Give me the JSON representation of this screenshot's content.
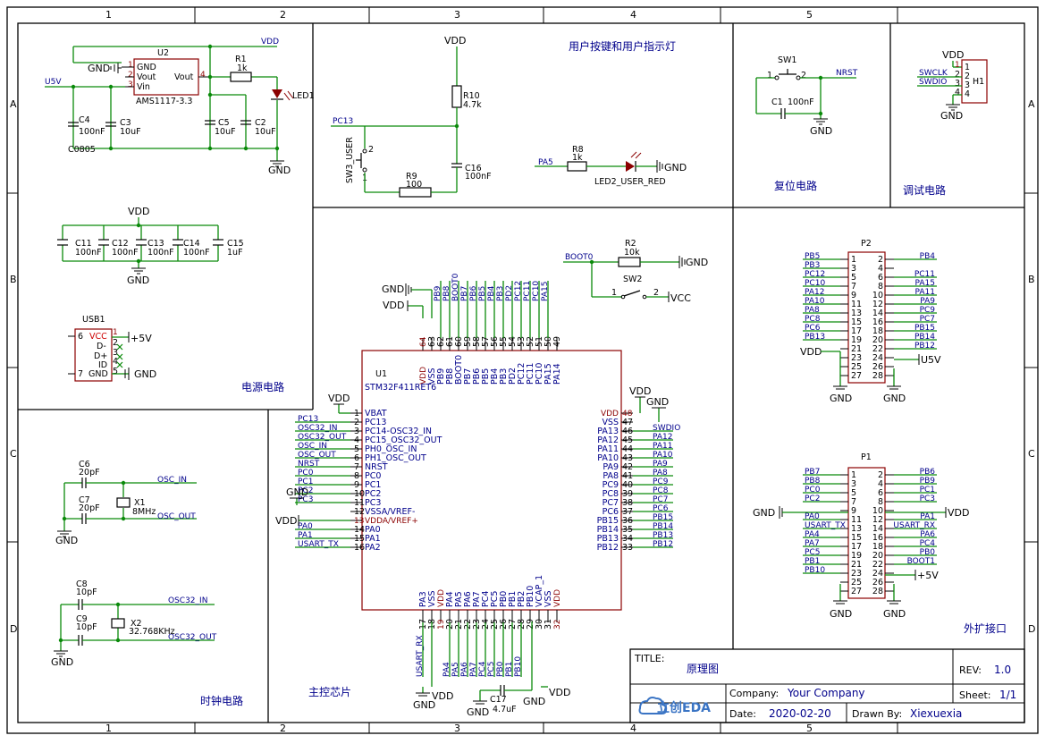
{
  "frame": {
    "col_labels": [
      "1",
      "2",
      "3",
      "4",
      "5"
    ],
    "row_labels": [
      "A",
      "B",
      "C",
      "D"
    ]
  },
  "sections": {
    "power": "电源电路",
    "button_led": "用户按键和用户指示灯",
    "reset": "复位电路",
    "debug": "调试电路",
    "clock": "时钟电路",
    "mcu": "主控芯片",
    "expansion": "外扩接口"
  },
  "power": {
    "U2_ref": "U2",
    "U2_value": "AMS1117-3.3",
    "U2_pin1": "1",
    "U2_pin2": "2",
    "U2_pin3": "3",
    "U2_pin4": "4",
    "U2_gnd": "GND",
    "U2_vout_a": "Vout",
    "U2_vin": "Vin",
    "U2_vout_b": "Vout",
    "R1_ref": "R1",
    "R1_val": "1k",
    "LED1_ref": "LED1",
    "C4_ref": "C4",
    "C4_val": "100nF",
    "C4_pkg": "C0805",
    "C3_ref": "C3",
    "C3_val": "10uF",
    "C5_ref": "C5",
    "C5_val": "10uF",
    "C2_ref": "C2",
    "C2_val": "10uF",
    "net_u5v": "U5V",
    "net_vdd": "VDD",
    "gnd_label": "GND",
    "decoupling": [
      {
        "ref": "C11",
        "val": "100nF"
      },
      {
        "ref": "C12",
        "val": "100nF"
      },
      {
        "ref": "C13",
        "val": "100nF"
      },
      {
        "ref": "C14",
        "val": "100nF"
      },
      {
        "ref": "C15",
        "val": "1uF"
      }
    ],
    "usb_ref": "USB1",
    "usb_pins": [
      "VCC",
      "D-",
      "D+",
      "ID",
      "GND"
    ],
    "usb_nums": [
      "1",
      "2",
      "3",
      "4",
      "5"
    ],
    "usb_shield_a": "6",
    "usb_shield_b": "7",
    "usb_power": "+5V"
  },
  "button_led": {
    "vdd": "VDD",
    "R10_ref": "R10",
    "R10_val": "4.7k",
    "C16_ref": "C16",
    "C16_val": "100nF",
    "net_pc13": "PC13",
    "SW3_ref": "SW3_USER",
    "sw_pin1": "1",
    "sw_pin2": "2",
    "R9_ref": "R9",
    "R9_val": "100",
    "net_pa5": "PA5",
    "R8_ref": "R8",
    "R8_val": "1k",
    "LED2_ref": "LED2_USER_RED",
    "gnd": "GND"
  },
  "reset": {
    "SW1_ref": "SW1",
    "pin1": "1",
    "pin2": "2",
    "net": "NRST",
    "C1_ref": "C1",
    "C1_val": "100nF",
    "gnd": "GND"
  },
  "debug": {
    "vdd": "VDD",
    "ref": "H1",
    "pins": [
      "1",
      "2",
      "3",
      "4"
    ],
    "nets": [
      "SWCLK",
      "SWDIO"
    ],
    "gnd": "GND"
  },
  "boot": {
    "net": "BOOT0",
    "R2_ref": "R2",
    "R2_val": "10k",
    "gnd": "GND",
    "SW2_ref": "SW2",
    "pin1": "1",
    "pin2": "2",
    "vcc": "VCC"
  },
  "mcu": {
    "ref": "U1",
    "value": "STM32F411RET6",
    "top_pins": [
      {
        "n": "64",
        "name": "VDD",
        "red": true,
        "net": ""
      },
      {
        "n": "63",
        "name": "VSS",
        "red": false,
        "net": ""
      },
      {
        "n": "62",
        "name": "PB9",
        "red": false,
        "net": "PB9"
      },
      {
        "n": "61",
        "name": "PB8",
        "red": false,
        "net": "PB8"
      },
      {
        "n": "60",
        "name": "BOOT0",
        "red": false,
        "net": "BOOT0"
      },
      {
        "n": "59",
        "name": "PB7",
        "red": false,
        "net": "PB7"
      },
      {
        "n": "58",
        "name": "PB6",
        "red": false,
        "net": "PB6"
      },
      {
        "n": "57",
        "name": "PB5",
        "red": false,
        "net": "PB5"
      },
      {
        "n": "56",
        "name": "PB4",
        "red": false,
        "net": "PB4"
      },
      {
        "n": "55",
        "name": "PB3",
        "red": false,
        "net": "PB3"
      },
      {
        "n": "54",
        "name": "PD2",
        "red": false,
        "net": "PD2"
      },
      {
        "n": "53",
        "name": "PC12",
        "red": false,
        "net": "PC12"
      },
      {
        "n": "52",
        "name": "PC11",
        "red": false,
        "net": "PC11"
      },
      {
        "n": "51",
        "name": "PC10",
        "red": false,
        "net": "PC10"
      },
      {
        "n": "50",
        "name": "PA15",
        "red": false,
        "net": "PA15"
      },
      {
        "n": "49",
        "name": "PA14",
        "red": false,
        "net": ""
      }
    ],
    "left_pins": [
      {
        "n": "1",
        "name": "VBAT",
        "red": false,
        "net": ""
      },
      {
        "n": "2",
        "name": "PC13",
        "red": false,
        "net": "PC13"
      },
      {
        "n": "3",
        "name": "PC14-OSC32_IN",
        "red": false,
        "net": "OSC32_IN"
      },
      {
        "n": "4",
        "name": "PC15_OSC32_OUT",
        "red": false,
        "net": "OSC32_OUT"
      },
      {
        "n": "5",
        "name": "PH0_OSC_IN",
        "red": false,
        "net": "OSC_IN"
      },
      {
        "n": "6",
        "name": "PH1_OSC_OUT",
        "red": false,
        "net": "OSC_OUT"
      },
      {
        "n": "7",
        "name": "NRST",
        "red": false,
        "net": "NRST"
      },
      {
        "n": "8",
        "name": "PC0",
        "red": false,
        "net": "PC0"
      },
      {
        "n": "9",
        "name": "PC1",
        "red": false,
        "net": "PC1"
      },
      {
        "n": "10",
        "name": "PC2",
        "red": false,
        "net": "PC2"
      },
      {
        "n": "11",
        "name": "PC3",
        "red": false,
        "net": "PC3"
      },
      {
        "n": "12",
        "name": "VSSA/VREF-",
        "red": false,
        "net": ""
      },
      {
        "n": "13",
        "name": "VDDA/VREF+",
        "red": true,
        "net": ""
      },
      {
        "n": "14",
        "name": "PA0",
        "red": false,
        "net": "PA0"
      },
      {
        "n": "15",
        "name": "PA1",
        "red": false,
        "net": "PA1"
      },
      {
        "n": "16",
        "name": "PA2",
        "red": false,
        "net": "USART_TX"
      }
    ],
    "right_pins": [
      {
        "n": "48",
        "name": "VDD",
        "red": true,
        "net": ""
      },
      {
        "n": "47",
        "name": "VSS",
        "red": false,
        "net": ""
      },
      {
        "n": "46",
        "name": "PA13",
        "red": false,
        "net": "SWDIO"
      },
      {
        "n": "45",
        "name": "PA12",
        "red": false,
        "net": "PA12"
      },
      {
        "n": "44",
        "name": "PA11",
        "red": false,
        "net": "PA11"
      },
      {
        "n": "43",
        "name": "PA10",
        "red": false,
        "net": "PA10"
      },
      {
        "n": "42",
        "name": "PA9",
        "red": false,
        "net": "PA9"
      },
      {
        "n": "41",
        "name": "PA8",
        "red": false,
        "net": "PA8"
      },
      {
        "n": "40",
        "name": "PC9",
        "red": false,
        "net": "PC9"
      },
      {
        "n": "39",
        "name": "PC8",
        "red": false,
        "net": "PC8"
      },
      {
        "n": "38",
        "name": "PC7",
        "red": false,
        "net": "PC7"
      },
      {
        "n": "37",
        "name": "PC6",
        "red": false,
        "net": "PC6"
      },
      {
        "n": "36",
        "name": "PB15",
        "red": false,
        "net": "PB15"
      },
      {
        "n": "35",
        "name": "PB14",
        "red": false,
        "net": "PB14"
      },
      {
        "n": "34",
        "name": "PB13",
        "red": false,
        "net": "PB13"
      },
      {
        "n": "33",
        "name": "PB12",
        "red": false,
        "net": "PB12"
      }
    ],
    "bottom_pins": [
      {
        "n": "17",
        "name": "PA3",
        "red": false,
        "net": "USART_RX"
      },
      {
        "n": "18",
        "name": "VSS",
        "red": false,
        "net": ""
      },
      {
        "n": "19",
        "name": "VDD",
        "red": true,
        "net": ""
      },
      {
        "n": "20",
        "name": "PA4",
        "red": false,
        "net": "PA4"
      },
      {
        "n": "21",
        "name": "PA5",
        "red": false,
        "net": "PA5"
      },
      {
        "n": "22",
        "name": "PA6",
        "red": false,
        "net": "PA6"
      },
      {
        "n": "23",
        "name": "PA7",
        "red": false,
        "net": "PA7"
      },
      {
        "n": "24",
        "name": "PC4",
        "red": false,
        "net": "PC4"
      },
      {
        "n": "25",
        "name": "PC5",
        "red": false,
        "net": "PC5"
      },
      {
        "n": "26",
        "name": "PB0",
        "red": false,
        "net": "PB0"
      },
      {
        "n": "27",
        "name": "PB1",
        "red": false,
        "net": "PB1"
      },
      {
        "n": "28",
        "name": "PB2",
        "red": false,
        "net": "PB10"
      },
      {
        "n": "29",
        "name": "PB10",
        "red": false,
        "net": ""
      },
      {
        "n": "30",
        "name": "VCAP_1",
        "red": false,
        "net": ""
      },
      {
        "n": "31",
        "name": "VSS",
        "red": false,
        "net": ""
      },
      {
        "n": "32",
        "name": "VDD",
        "red": true,
        "net": ""
      }
    ],
    "C17_ref": "C17",
    "C17_val": "4.7uF",
    "vdd": "VDD",
    "gnd": "GND"
  },
  "clock": {
    "C6_ref": "C6",
    "C6_val": "20pF",
    "C7_ref": "C7",
    "C7_val": "20pF",
    "X1_ref": "X1",
    "X1_val": "8MHz",
    "net_osc_in": "OSC_IN",
    "net_osc_out": "OSC_OUT",
    "C8_ref": "C8",
    "C8_val": "10pF",
    "C9_ref": "C9",
    "C9_val": "10pF",
    "X2_ref": "X2",
    "X2_val": "32.768KHz",
    "net_osc32_in": "OSC32_IN",
    "net_osc32_out": "OSC32_OUT",
    "gnd": "GND"
  },
  "p2": {
    "ref": "P2",
    "rows": [
      {
        "l": "1",
        "r": "2",
        "ln": "PB5",
        "rn": "PB4"
      },
      {
        "l": "3",
        "r": "4",
        "ln": "PB3",
        "rn": ""
      },
      {
        "l": "5",
        "r": "6",
        "ln": "PC12",
        "rn": "PC11"
      },
      {
        "l": "7",
        "r": "8",
        "ln": "PC10",
        "rn": "PA15"
      },
      {
        "l": "9",
        "r": "10",
        "ln": "PA12",
        "rn": "PA11"
      },
      {
        "l": "11",
        "r": "12",
        "ln": "PA10",
        "rn": "PA9"
      },
      {
        "l": "13",
        "r": "14",
        "ln": "PA8",
        "rn": "PC9"
      },
      {
        "l": "15",
        "r": "16",
        "ln": "PC8",
        "rn": "PC7"
      },
      {
        "l": "17",
        "r": "18",
        "ln": "PC6",
        "rn": "PB15"
      },
      {
        "l": "19",
        "r": "20",
        "ln": "PB13",
        "rn": "PB14"
      },
      {
        "l": "21",
        "r": "22",
        "ln": "",
        "rn": "PB12"
      },
      {
        "l": "23",
        "r": "24",
        "ln": "",
        "rn": ""
      },
      {
        "l": "25",
        "r": "26",
        "ln": "",
        "rn": ""
      },
      {
        "l": "27",
        "r": "28",
        "ln": "",
        "rn": ""
      }
    ],
    "vdd": "VDD",
    "u5v": "U5V",
    "gnd": "GND"
  },
  "p1": {
    "ref": "P1",
    "rows": [
      {
        "l": "1",
        "r": "2",
        "ln": "PB7",
        "rn": "PB6"
      },
      {
        "l": "3",
        "r": "4",
        "ln": "PB8",
        "rn": "PB9"
      },
      {
        "l": "5",
        "r": "6",
        "ln": "PC0",
        "rn": "PC1"
      },
      {
        "l": "7",
        "r": "8",
        "ln": "PC2",
        "rn": "PC3"
      },
      {
        "l": "9",
        "r": "10",
        "ln": "",
        "rn": ""
      },
      {
        "l": "11",
        "r": "12",
        "ln": "PA0",
        "rn": "PA1"
      },
      {
        "l": "13",
        "r": "14",
        "ln": "USART_TX",
        "rn": "USART_RX"
      },
      {
        "l": "15",
        "r": "16",
        "ln": "PA4",
        "rn": "PA6"
      },
      {
        "l": "17",
        "r": "18",
        "ln": "PA7",
        "rn": "PC4"
      },
      {
        "l": "19",
        "r": "20",
        "ln": "PC5",
        "rn": "PB0"
      },
      {
        "l": "21",
        "r": "22",
        "ln": "PB1",
        "rn": "BOOT1"
      },
      {
        "l": "23",
        "r": "24",
        "ln": "PB10",
        "rn": ""
      },
      {
        "l": "25",
        "r": "26",
        "ln": "",
        "rn": ""
      },
      {
        "l": "27",
        "r": "28",
        "ln": "",
        "rn": ""
      }
    ],
    "vdd": "VDD",
    "plus5v": "+5V",
    "gnd": "GND"
  },
  "title_block": {
    "title_label": "TITLE:",
    "title": "原理图",
    "rev_label": "REV:",
    "rev": "1.0",
    "company_label": "Company:",
    "company": "Your Company",
    "sheet_label": "Sheet:",
    "sheet": "1/1",
    "date_label": "Date:",
    "date": "2020-02-20",
    "drawn_label": "Drawn By:",
    "drawn": "Xiexuexia",
    "logo": "立创EDA"
  }
}
